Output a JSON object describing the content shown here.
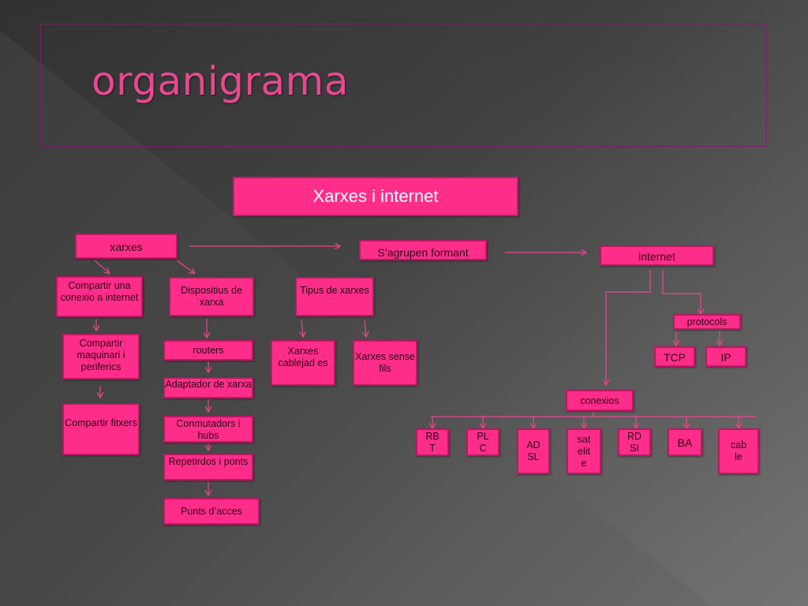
{
  "title": "organigrama",
  "colors": {
    "accent": "#ff2d8a",
    "line": "#e8488f",
    "frame": "#7a1f66"
  },
  "nodes": {
    "root": "Xarxes i internet",
    "xarxes": "xarxes",
    "sagrupen": "S’agrupen  formant",
    "internet": "internet",
    "compartir_conexio": "Compartir una conexio a internet",
    "compartir_maquinari": "Compartir maquinari i periferics",
    "compartir_fitxers": "Compartir fitxers",
    "dispositius": "Dispositius de xarxa",
    "routers": "routers",
    "adaptador": "Adaptador de xarxa",
    "conmutadors": "Conmutadors i hubs",
    "repetidors": "Repetirdos i ponts",
    "punts": "Punts d’acces",
    "tipus": "Tipus de xarxes",
    "cablejades": "Xarxes cablejad es",
    "sense_fils": "Xarxes sense fils",
    "protocols": "protocols",
    "tcp": "TCP",
    "ip": "IP",
    "conexios": "conexios",
    "rbt": "RB T",
    "plc": "PL C",
    "adsl": "AD SL",
    "satelite": "sat elit e",
    "rdsi": "RD SI",
    "ba": "BA",
    "cable": "cab le"
  }
}
